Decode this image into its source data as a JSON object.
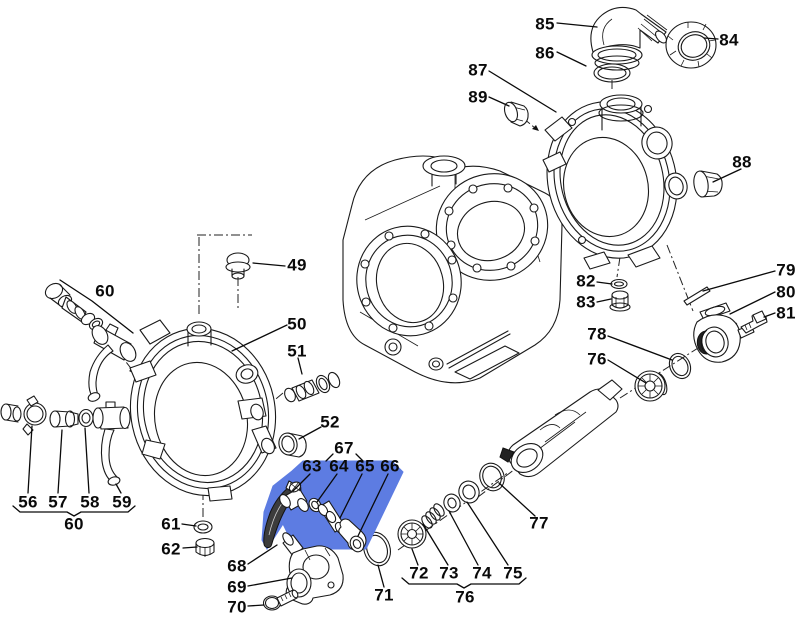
{
  "diagram": {
    "type": "exploded-parts-diagram",
    "highlight_color": "#5d7ce2",
    "highlighted_parts": [
      "63",
      "64",
      "65",
      "66",
      "67"
    ],
    "groups": [
      {
        "label": "60",
        "members": [
          "56",
          "57",
          "58",
          "59"
        ]
      },
      {
        "label": "67",
        "members": [
          "63",
          "64",
          "65",
          "66"
        ]
      },
      {
        "label": "76",
        "members": [
          "72",
          "73",
          "74",
          "75"
        ]
      }
    ]
  },
  "part_labels": {
    "p49": "49",
    "p50": "50",
    "p51": "51",
    "p52": "52",
    "p56": "56",
    "p57": "57",
    "p58": "58",
    "p59": "59",
    "p60": "60",
    "p61": "61",
    "p62": "62",
    "p63": "63",
    "p64": "64",
    "p65": "65",
    "p66": "66",
    "p67": "67",
    "p68": "68",
    "p69": "69",
    "p70": "70",
    "p71": "71",
    "p72": "72",
    "p73": "73",
    "p74": "74",
    "p75": "75",
    "p76": "76",
    "p77": "77",
    "p78": "78",
    "p79": "79",
    "p80": "80",
    "p81": "81",
    "p82": "82",
    "p83": "83",
    "p84": "84",
    "p85": "85",
    "p86": "86",
    "p87": "87",
    "p88": "88",
    "p89": "89"
  }
}
